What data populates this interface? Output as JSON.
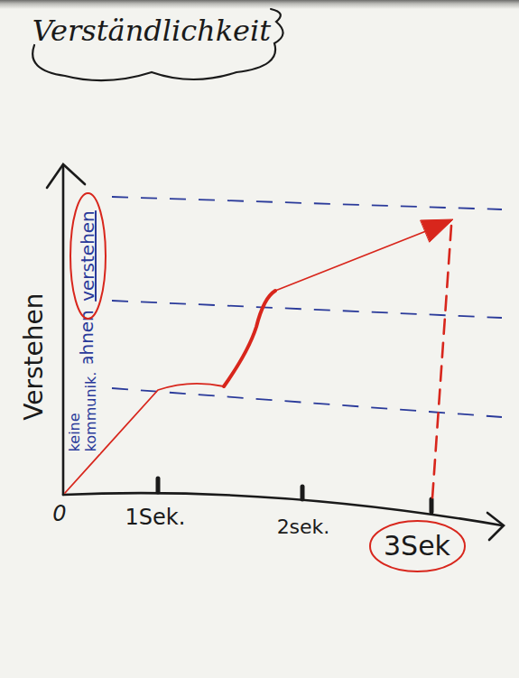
{
  "diagram": {
    "title": "Verständlichkeit",
    "nodes": [
      {
        "text": [
          "verstehen"
        ]
      },
      {
        "text": [
          "3Sek"
        ]
      }
    ],
    "labels": [
      "Verstehen",
      "ahnen",
      "keine kommunik.",
      "0",
      "1Sek.",
      "2sek."
    ]
  }
}
